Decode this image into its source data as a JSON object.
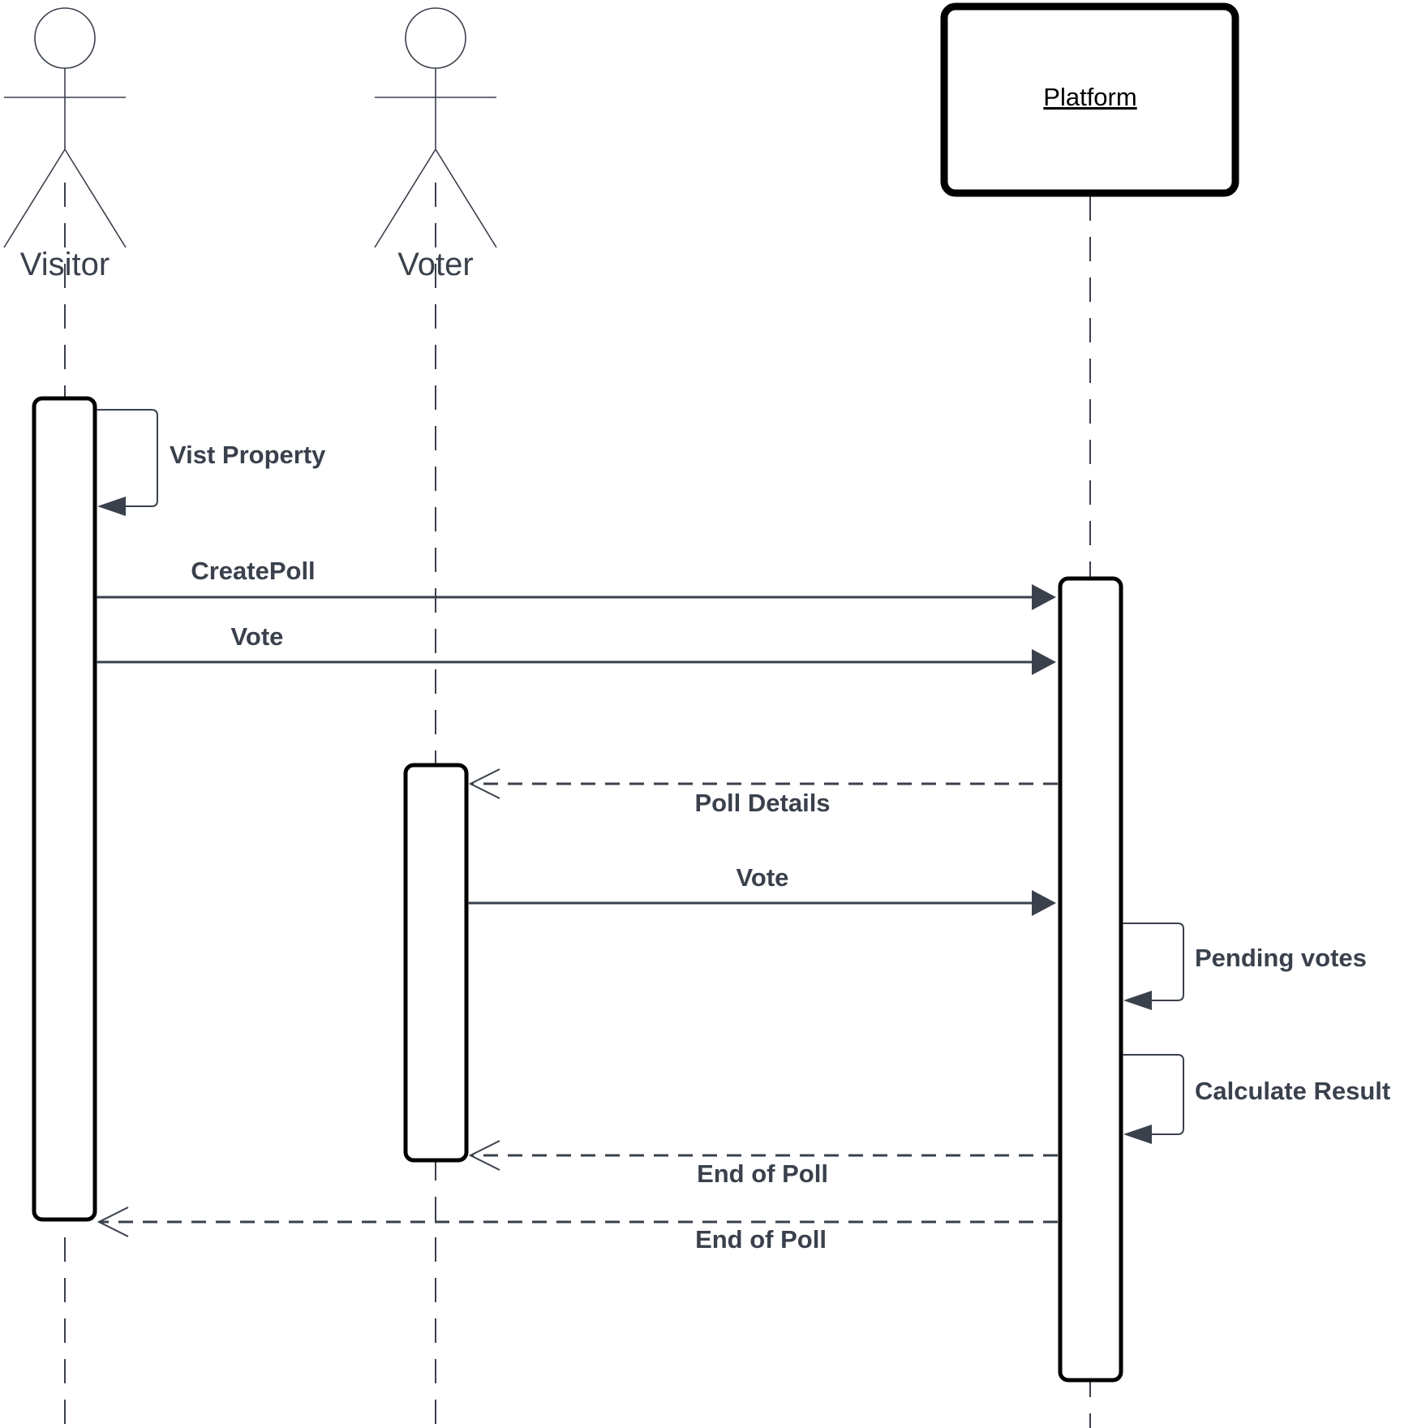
{
  "actors": [
    {
      "id": "visitor",
      "name": "Visitor",
      "kind": "actor"
    },
    {
      "id": "voter",
      "name": "Voter",
      "kind": "actor"
    },
    {
      "id": "platform",
      "name": "Platform",
      "kind": "object"
    }
  ],
  "messages": [
    {
      "id": "vist-property",
      "label": "Vist Property",
      "type": "self",
      "from": "visitor",
      "to": "visitor"
    },
    {
      "id": "createpoll",
      "label": "CreatePoll",
      "type": "sync",
      "from": "visitor",
      "to": "platform"
    },
    {
      "id": "vote-visitor",
      "label": "Vote",
      "type": "sync",
      "from": "visitor",
      "to": "platform"
    },
    {
      "id": "poll-details",
      "label": "Poll Details",
      "type": "reply",
      "from": "platform",
      "to": "voter"
    },
    {
      "id": "vote-voter",
      "label": "Vote",
      "type": "sync",
      "from": "voter",
      "to": "platform"
    },
    {
      "id": "pending-votes",
      "label": "Pending votes",
      "type": "self",
      "from": "platform",
      "to": "platform"
    },
    {
      "id": "calculate-result",
      "label": "Calculate Result",
      "type": "self",
      "from": "platform",
      "to": "platform"
    },
    {
      "id": "end-of-poll-voter",
      "label": "End of Poll",
      "type": "reply",
      "from": "platform",
      "to": "voter"
    },
    {
      "id": "end-of-poll-visitor",
      "label": "End of Poll",
      "type": "reply",
      "from": "platform",
      "to": "visitor"
    }
  ],
  "colors": {
    "line": "#3a414c",
    "box": "#000000",
    "background": "#ffffff"
  }
}
